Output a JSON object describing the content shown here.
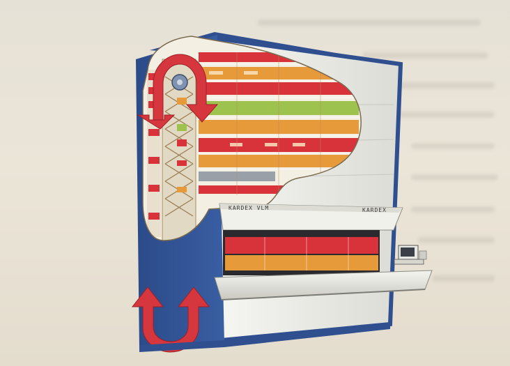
{
  "photo": {
    "subject": "vertical-lift-storage-module-illustration",
    "colors": {
      "frame_blue": "#2f4f8f",
      "panel_white": "#f2f2ee",
      "tray_red": "#d8323a",
      "tray_orange": "#e79a3a",
      "tray_green": "#9ec24e",
      "arrow_red": "#d6363e",
      "background_paper": "#e9e1d3"
    },
    "machine": {
      "brand_label": "KARDEX VLM",
      "brand_label_right": "KARDEX"
    }
  }
}
